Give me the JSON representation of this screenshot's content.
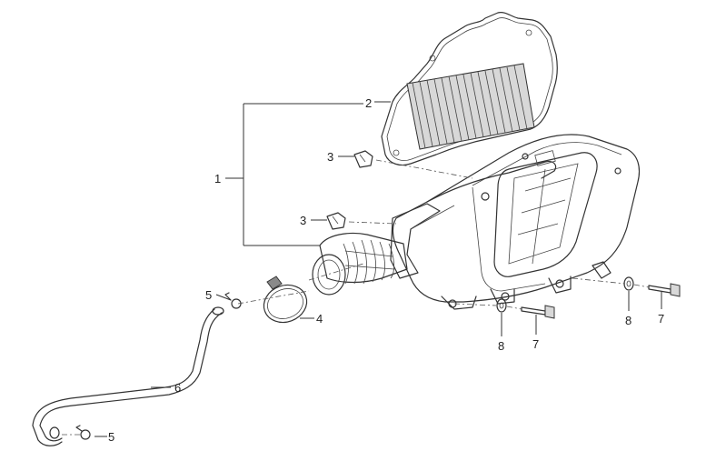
{
  "diagram": {
    "callouts": [
      {
        "id": "c1",
        "number": "1"
      },
      {
        "id": "c2",
        "number": "2"
      },
      {
        "id": "c3a",
        "number": "3"
      },
      {
        "id": "c3b",
        "number": "3"
      },
      {
        "id": "c4",
        "number": "4"
      },
      {
        "id": "c5a",
        "number": "5"
      },
      {
        "id": "c5b",
        "number": "5"
      },
      {
        "id": "c6",
        "number": "6"
      },
      {
        "id": "c7a",
        "number": "7"
      },
      {
        "id": "c7b",
        "number": "7"
      },
      {
        "id": "c8a",
        "number": "8"
      },
      {
        "id": "c8b",
        "number": "8"
      }
    ]
  }
}
